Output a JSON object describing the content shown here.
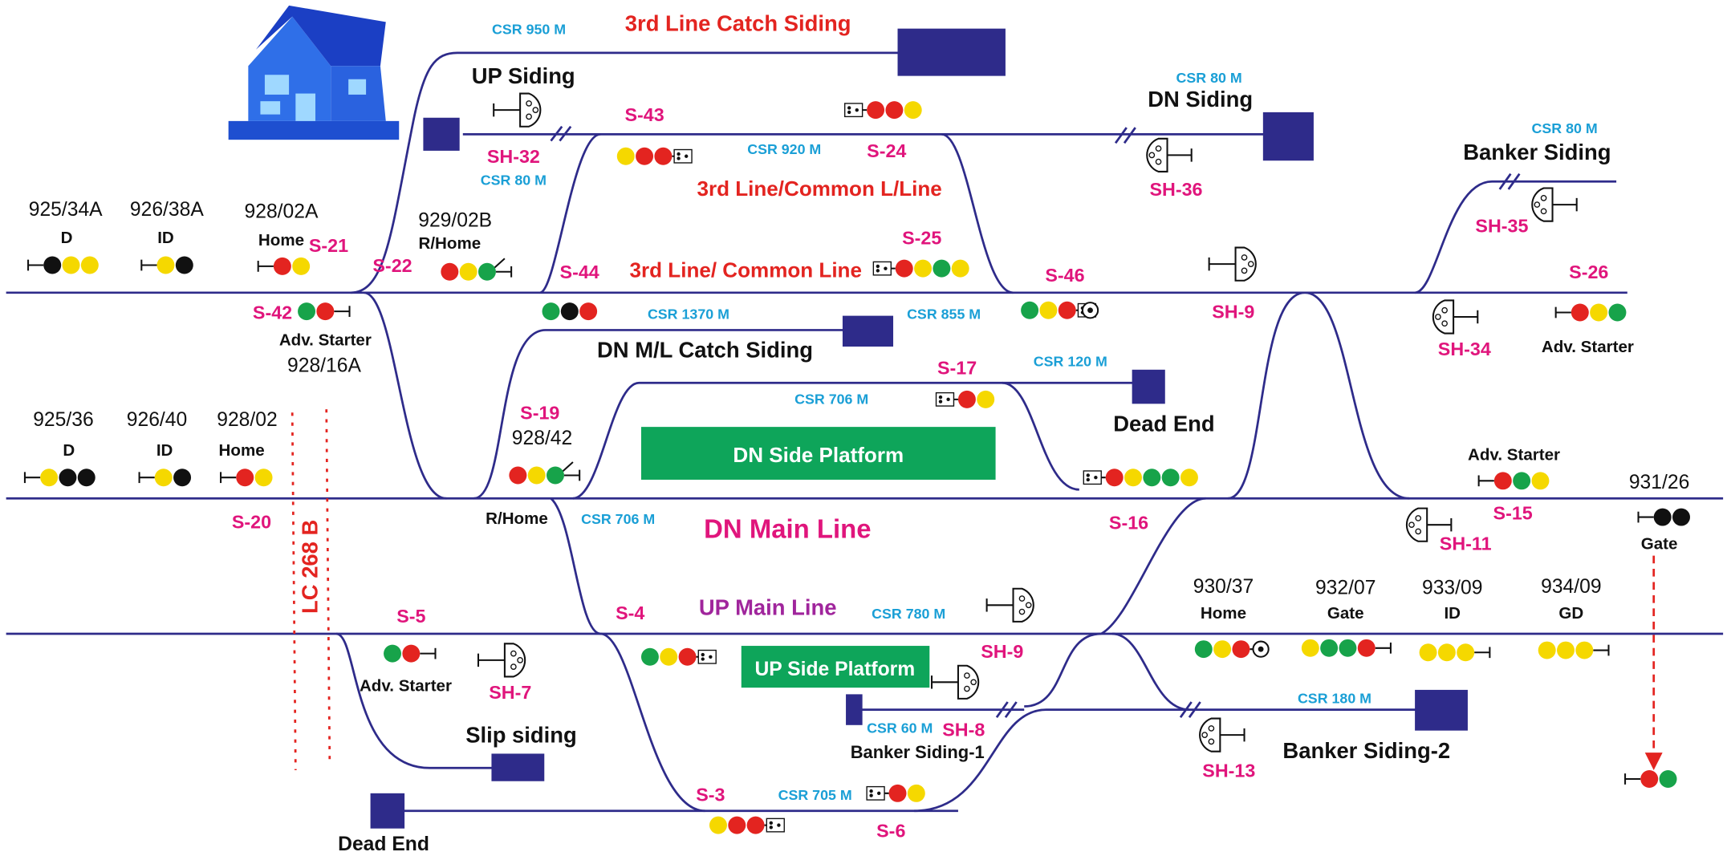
{
  "tracks": {
    "third_line_catch_siding": "3rd Line Catch Siding",
    "up_siding": "UP Siding",
    "dn_siding": "DN Siding",
    "banker_siding": "Banker Siding",
    "third_line_common_lline": "3rd Line/Common L/Line",
    "third_line_common_line": "3rd Line/ Common Line",
    "dn_ml_catch_siding": "DN M/L Catch Siding",
    "dn_main_line": "DN Main Line",
    "up_main_line": "UP Main Line",
    "slip_siding": "Slip siding",
    "banker_siding_1": "Banker Siding-1",
    "banker_siding_2": "Banker Siding-2",
    "dead_end_top": "Dead End",
    "dead_end_bottom": "Dead End"
  },
  "platforms": {
    "dn_side": "DN Side Platform",
    "up_side": "UP Side Platform"
  },
  "level_crossing": "LC 268 B",
  "csr": {
    "c950": "CSR 950 M",
    "c80a": "CSR 80 M",
    "c80b": "CSR 80 M",
    "c80c": "CSR 80 M",
    "c920": "CSR 920 M",
    "c1370": "CSR 1370 M",
    "c855": "CSR 855 M",
    "c120": "CSR 120 M",
    "c706a": "CSR 706 M",
    "c706b": "CSR 706 M",
    "c780": "CSR 780 M",
    "c60": "CSR 60 M",
    "c180": "CSR 180 M",
    "c705": "CSR 705 M"
  },
  "signal_ids": {
    "s21": "S-21",
    "s22": "S-22",
    "s42": "S-42",
    "s43": "S-43",
    "s24": "S-24",
    "s25": "S-25",
    "s44": "S-44",
    "s46": "S-46",
    "s26": "S-26",
    "s17": "S-17",
    "s19": "S-19",
    "s20": "S-20",
    "s16": "S-16",
    "s15": "S-15",
    "s5": "S-5",
    "s4": "S-4",
    "s3": "S-3",
    "s6": "S-6"
  },
  "shunt_ids": {
    "sh32": "SH-32",
    "sh36": "SH-36",
    "sh35": "SH-35",
    "sh9a": "SH-9",
    "sh34": "SH-34",
    "sh11": "SH-11",
    "sh9b": "SH-9",
    "sh7": "SH-7",
    "sh8": "SH-8",
    "sh13": "SH-13"
  },
  "signal_numbers": {
    "n925_34a": "925/34A",
    "n926_38a": "926/38A",
    "n928_02a": "928/02A",
    "n929_02b": "929/02B",
    "n928_16a": "928/16A",
    "n925_36": "925/36",
    "n926_40": "926/40",
    "n928_02": "928/02",
    "n928_42": "928/42",
    "n931_26": "931/26",
    "n930_37": "930/37",
    "n932_07": "932/07",
    "n933_09": "933/09",
    "n934_09": "934/09"
  },
  "signal_types": {
    "t_d1": "D",
    "t_id1": "ID",
    "t_home1": "Home",
    "t_rhome1": "R/Home",
    "t_adv1": "Adv. Starter",
    "t_d2": "D",
    "t_id2": "ID",
    "t_home2": "Home",
    "t_rhome2": "R/Home",
    "t_adv2": "Adv. Starter",
    "t_adv3": "Adv. Starter",
    "t_gate1": "Gate",
    "t_home3": "Home",
    "t_gate2": "Gate",
    "t_id3": "ID",
    "t_gd": "GD",
    "t_adv4": "Adv. Starter"
  },
  "colors": {
    "track": "#2e2b8a",
    "buffer": "#2e2b8a",
    "platform": "#0ea55a",
    "red_text": "#e32420",
    "magenta_text": "#e0157c",
    "csr_blue": "#1a9fd6",
    "purple_text": "#a0259c",
    "lamp_red": "#e32420",
    "lamp_yellow": "#f5d800",
    "lamp_green": "#17a34a",
    "lamp_black": "#111111"
  }
}
